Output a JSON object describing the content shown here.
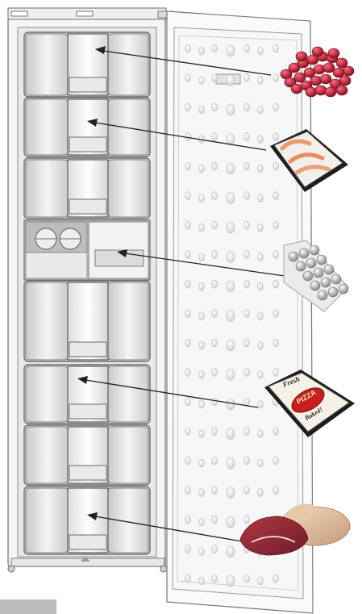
{
  "scene": {
    "drawer_count": 7,
    "food_icons": [
      "berries-icon",
      "shrimp-tray-icon",
      "egg-tray-icon",
      "pizza-box-icon",
      "meat-poultry-icon"
    ]
  },
  "pizza_box": {
    "line1": "Fresh",
    "line2": "PIZZA",
    "line3": "Baked!"
  }
}
